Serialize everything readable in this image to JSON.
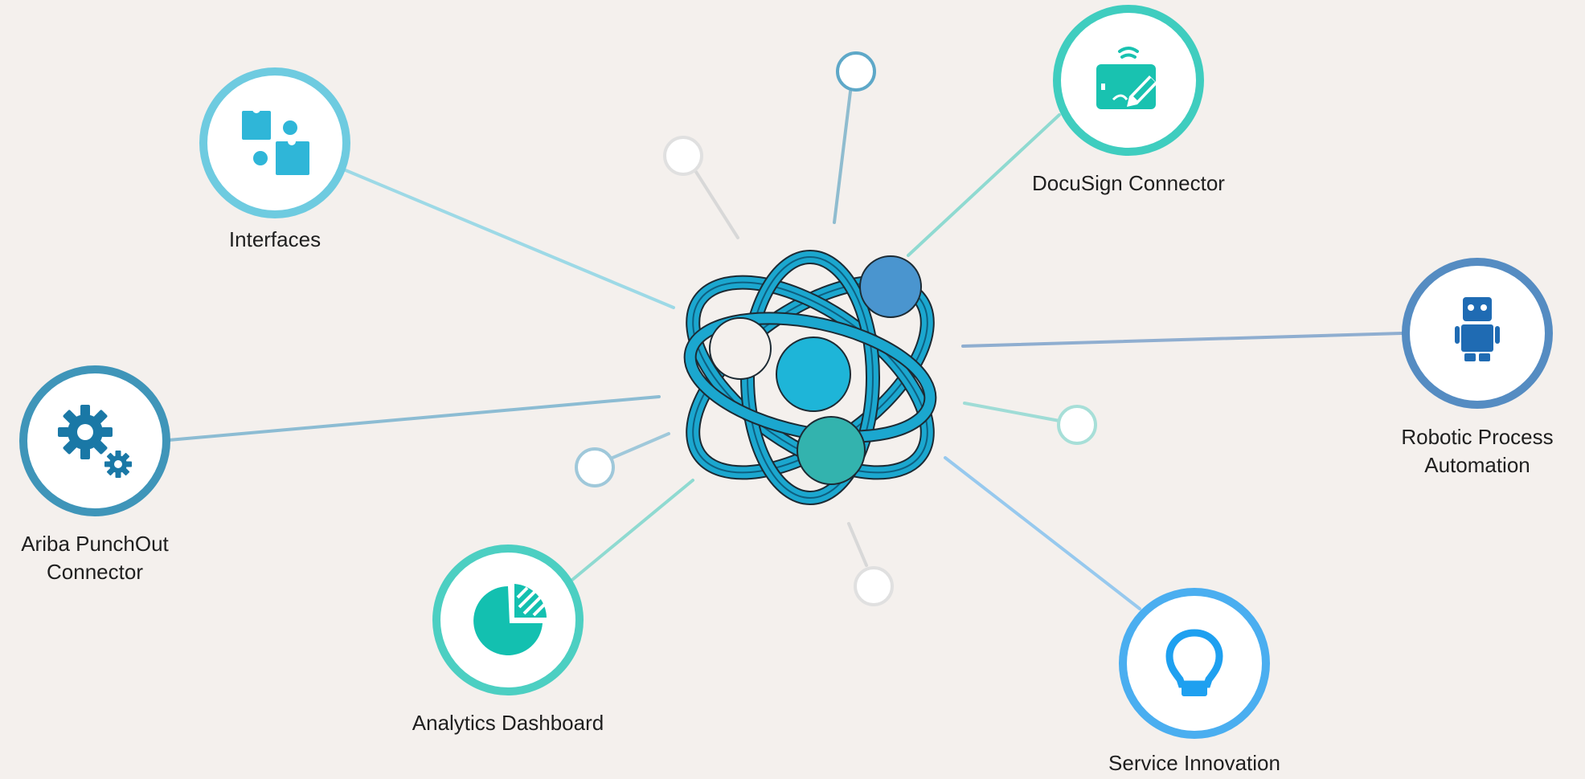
{
  "nodes": {
    "interfaces": {
      "label": "Interfaces",
      "color": "#6ecbe0",
      "icon": "puzzle-icon"
    },
    "docusign": {
      "label": "DocuSign Connector",
      "color": "#3fcdbf",
      "icon": "signature-tablet-icon"
    },
    "rpa": {
      "label_line1": "Robotic Process",
      "label_line2": "Automation",
      "color": "#558cc2",
      "icon": "robot-icon"
    },
    "ariba": {
      "label_line1": "Ariba PunchOut",
      "label_line2": "Connector",
      "color": "#3f95b9",
      "icon": "gears-icon"
    },
    "analytics": {
      "label": "Analytics Dashboard",
      "color": "#4ccfc2",
      "icon": "pie-chart-icon"
    },
    "service": {
      "label": "Service Innovation",
      "color": "#4aaef0",
      "icon": "lightbulb-icon"
    }
  },
  "hub": {
    "icon": "atom-icon",
    "ring_color": "#1ba7cf",
    "core_color": "#1eb5d8",
    "electron_colors": [
      "#4a95cf",
      "#f4f0ed",
      "#33b3ae"
    ]
  },
  "colors": {
    "background": "#f4f0ed",
    "icon_interfaces": "#2fb6d8",
    "icon_docusign": "#19c2b0",
    "icon_rpa": "#1f6bb3",
    "icon_ariba": "#1a78a6",
    "icon_analytics": "#13c0b0",
    "icon_service": "#1ea0f0"
  }
}
